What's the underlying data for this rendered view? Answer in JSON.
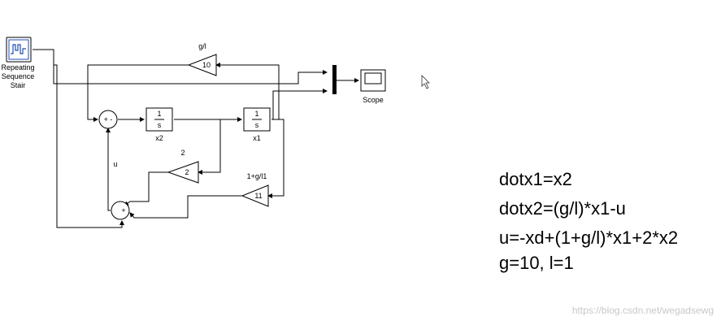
{
  "blocks": {
    "source": {
      "label_line1": "Repeating",
      "label_line2": "Sequence",
      "label_line3": "Stair"
    },
    "gain_g_over_l": {
      "name": "g/l",
      "value": "10"
    },
    "integrator_x2": {
      "numerator": "1",
      "denominator": "s",
      "name": "x2"
    },
    "integrator_x1": {
      "numerator": "1",
      "denominator": "s",
      "name": "x1"
    },
    "gain_2": {
      "name": "2",
      "value": "2"
    },
    "gain_1_plus_g_over_l": {
      "name": "1+g/l1",
      "value": "11"
    },
    "scope": {
      "name": "Scope"
    },
    "sum_top": {
      "signs": "+ -"
    },
    "sum_bottom": {
      "signs": "+"
    }
  },
  "signal_labels": {
    "u": "u"
  },
  "equations": [
    "dotx1=x2",
    "dotx2=(g/l)*x1-u",
    "u=-xd+(1+g/l)*x1+2*x2",
    "g=10, l=1"
  ],
  "watermark": "https://blog.csdn.net/wegadsewg"
}
